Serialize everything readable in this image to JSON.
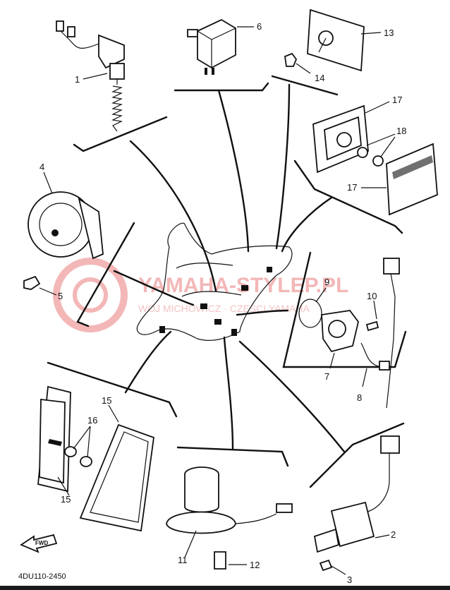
{
  "diagram": {
    "code": "4DU110-2450",
    "fwd_label": "FWD",
    "watermark": {
      "main": "YAMAHA-STYLEP.PL",
      "sub": "WOJ MICHOWICZ · CZĘŚCI YAMAHA"
    },
    "callouts": [
      {
        "id": "1",
        "part": "switch-assembly"
      },
      {
        "id": "2",
        "part": "solenoid-assembly"
      },
      {
        "id": "3",
        "part": "bolt"
      },
      {
        "id": "4",
        "part": "horn"
      },
      {
        "id": "5",
        "part": "bolt"
      },
      {
        "id": "6",
        "part": "relay"
      },
      {
        "id": "7",
        "part": "sensor-cover"
      },
      {
        "id": "8",
        "part": "lead-wire"
      },
      {
        "id": "9",
        "part": "o-ring"
      },
      {
        "id": "10",
        "part": "screw"
      },
      {
        "id": "11",
        "part": "oil-level-switch"
      },
      {
        "id": "12",
        "part": "bolt"
      },
      {
        "id": "13",
        "part": "rear-reflector"
      },
      {
        "id": "14",
        "part": "nut"
      },
      {
        "id": "15",
        "part": "side-reflector"
      },
      {
        "id": "16",
        "part": "nut"
      },
      {
        "id": "17",
        "part": "reflector"
      },
      {
        "id": "18",
        "part": "nut"
      }
    ]
  }
}
